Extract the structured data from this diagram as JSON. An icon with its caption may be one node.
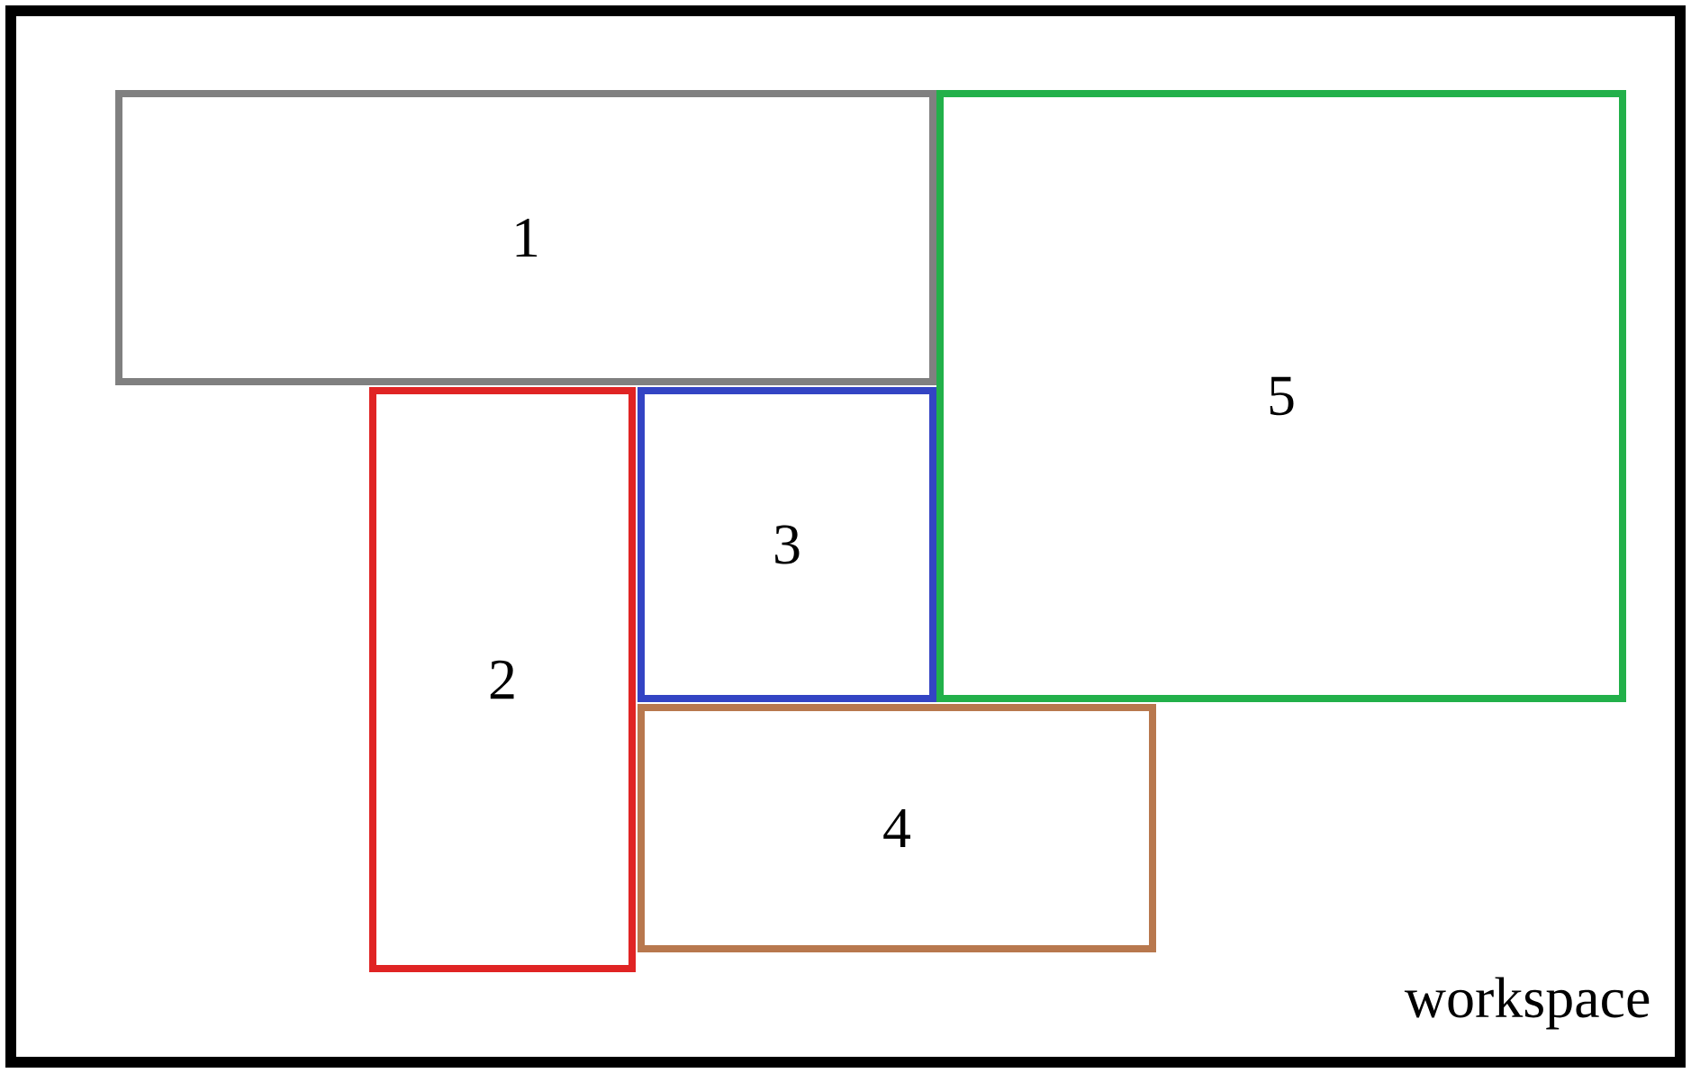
{
  "diagram": {
    "nodes": [
      {
        "text": [
          "workspace"
        ]
      },
      {
        "text": [
          "1"
        ],
        "in": 0
      },
      {
        "text": [
          "2"
        ],
        "in": 0
      },
      {
        "text": [
          "3"
        ],
        "in": 0
      },
      {
        "text": [
          "4"
        ],
        "in": 0
      },
      {
        "text": [
          "5"
        ],
        "in": 0
      }
    ]
  }
}
